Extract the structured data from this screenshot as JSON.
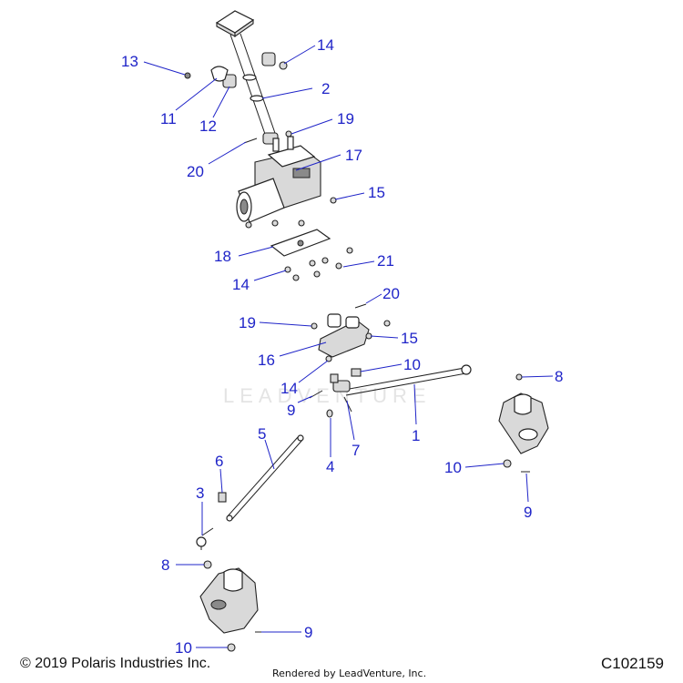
{
  "watermark": "LEADVENTURE",
  "footer": {
    "copyright": "© 2019 Polaris Industries Inc.",
    "rendered_by": "Rendered by LeadVenture, Inc.",
    "diagram_code": "C102159"
  },
  "callouts": {
    "c13": "13",
    "c14a": "14",
    "c2": "2",
    "c11": "11",
    "c12": "12",
    "c19a": "19",
    "c20a": "20",
    "c17": "17",
    "c15a": "15",
    "c18": "18",
    "c21": "21",
    "c14b": "14",
    "c20b": "20",
    "c19b": "19",
    "c15b": "15",
    "c16": "16",
    "c14c": "14",
    "c10a": "10",
    "c9a": "9",
    "c8a": "8",
    "c1": "1",
    "c7": "7",
    "c5": "5",
    "c6": "6",
    "c4": "4",
    "c10b": "10",
    "c9b": "9",
    "c3": "3",
    "c8b": "8",
    "c9c": "9",
    "c10c": "10"
  },
  "colors": {
    "callout": "#1f24c8",
    "line": "#222222"
  }
}
